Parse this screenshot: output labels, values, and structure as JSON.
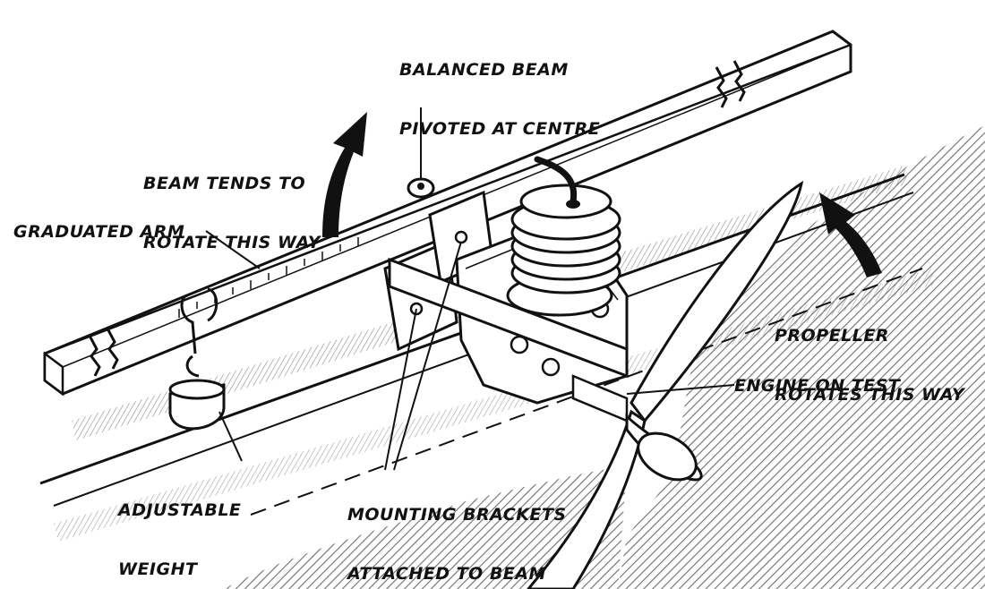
{
  "labels": {
    "balanced_beam": [
      "BALANCED BEAM",
      "PIVOTED AT CENTRE"
    ],
    "beam_rotate": [
      "BEAM TENDS TO",
      "ROTATE THIS WAY"
    ],
    "graduated_arm": "GRADUATED ARM",
    "propeller_rotate": [
      "PROPELLER",
      "ROTATES THIS WAY"
    ],
    "engine_on_test": "ENGINE ON TEST",
    "adjustable_weight": [
      "ADJUSTABLE",
      "WEIGHT"
    ],
    "mounting_brackets": [
      "MOUNTING BRACKETS",
      "ATTACHED TO BEAM"
    ]
  },
  "colors": {
    "ink": "#111111",
    "paper": "#ffffff",
    "hatch": "#6d6d6d"
  }
}
